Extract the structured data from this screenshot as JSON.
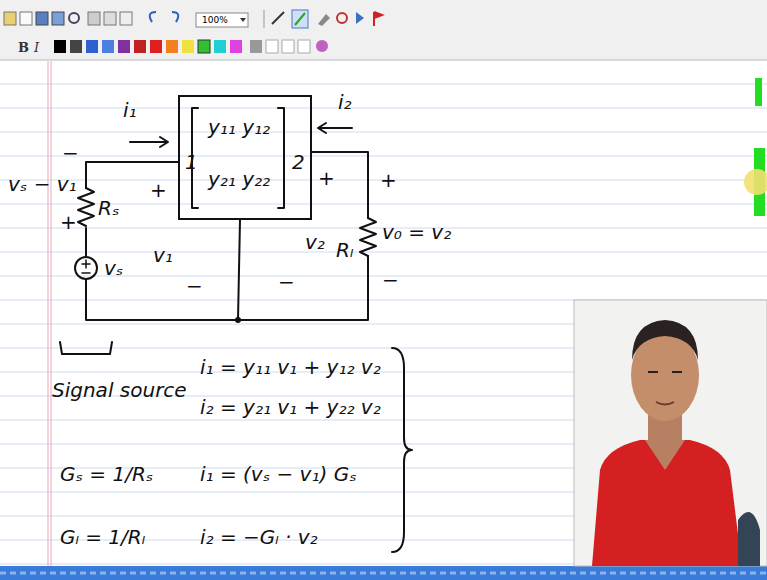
{
  "diagram": {
    "nodes": [
      {
        "text": [
          "1",
          "y₁₁  y₁₂",
          "y₂₁  y₂₂",
          "2"
        ]
      }
    ],
    "labels": [
      "i₁",
      "i₂",
      "vₛ − v₁",
      "−",
      "+",
      "Rₛ",
      "+",
      "v₁",
      "vₛ",
      "−",
      "−",
      "+",
      "v₂",
      "Rₗ",
      "+",
      "v₀ = v₂",
      "−",
      "Signal source",
      "i₁ = y₁₁ v₁ + y₁₂ v₂",
      "i₂ = y₂₁ v₁ + y₂₂ v₂",
      "Gₛ = 1/Rₛ",
      "i₁ = (vₛ − v₁) Gₛ",
      "Gₗ = 1/Rₗ",
      "i₂ = −Gₗ · v₂",
      "100%"
    ]
  }
}
